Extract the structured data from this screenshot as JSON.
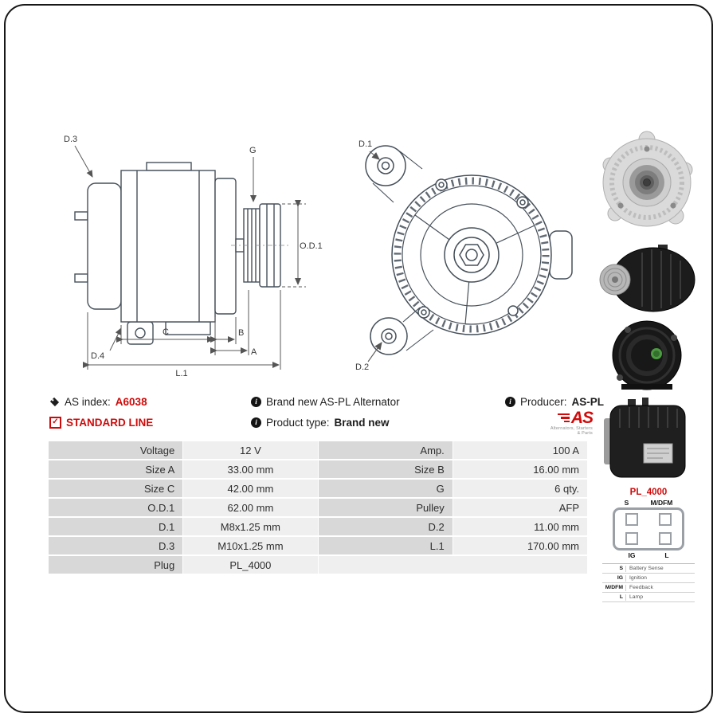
{
  "info": {
    "as_index_label": "AS index:",
    "as_index_value": "A6038",
    "standard_line": "STANDARD LINE",
    "brand_new": "Brand new AS-PL Alternator",
    "product_type_label": "Product type:",
    "product_type_value": "Brand new",
    "producer_label": "Producer:",
    "producer_value": "AS-PL"
  },
  "icons": {
    "info": "i",
    "check": "✓"
  },
  "logo": {
    "text": "AS",
    "tagline": "Alternators, Starters & Parts"
  },
  "spec": {
    "rows": [
      {
        "l1": "Voltage",
        "v1": "12 V",
        "l2": "Amp.",
        "v2": "100 A"
      },
      {
        "l1": "Size A",
        "v1": "33.00 mm",
        "l2": "Size B",
        "v2": "16.00 mm"
      },
      {
        "l1": "Size C",
        "v1": "42.00 mm",
        "l2": "G",
        "v2": "6 qty."
      },
      {
        "l1": "O.D.1",
        "v1": "62.00 mm",
        "l2": "Pulley",
        "v2": "AFP"
      },
      {
        "l1": "D.1",
        "v1": "M8x1.25 mm",
        "l2": "D.2",
        "v2": "11.00 mm"
      },
      {
        "l1": "D.3",
        "v1": "M10x1.25 mm",
        "l2": "L.1",
        "v2": "170.00 mm"
      },
      {
        "l1": "Plug",
        "v1": "PL_4000",
        "l2": "",
        "v2": ""
      }
    ]
  },
  "plug": {
    "name": "PL_4000",
    "pins_top": [
      "S",
      "M/DFM"
    ],
    "pins_bottom": [
      "IG",
      "L"
    ],
    "legend": [
      {
        "code": "S",
        "desc": "Battery Sense"
      },
      {
        "code": "IG",
        "desc": "Ignition"
      },
      {
        "code": "M/DFM",
        "desc": "Feedback"
      },
      {
        "code": "L",
        "desc": "Lamp"
      }
    ]
  },
  "drawings": {
    "side": {
      "d3": "D.3",
      "d4": "D.4",
      "g": "G",
      "od1": "O.D.1",
      "c": "C",
      "b": "B",
      "a": "A",
      "l1": "L.1"
    },
    "front": {
      "d1": "D.1",
      "d2": "D.2"
    }
  }
}
